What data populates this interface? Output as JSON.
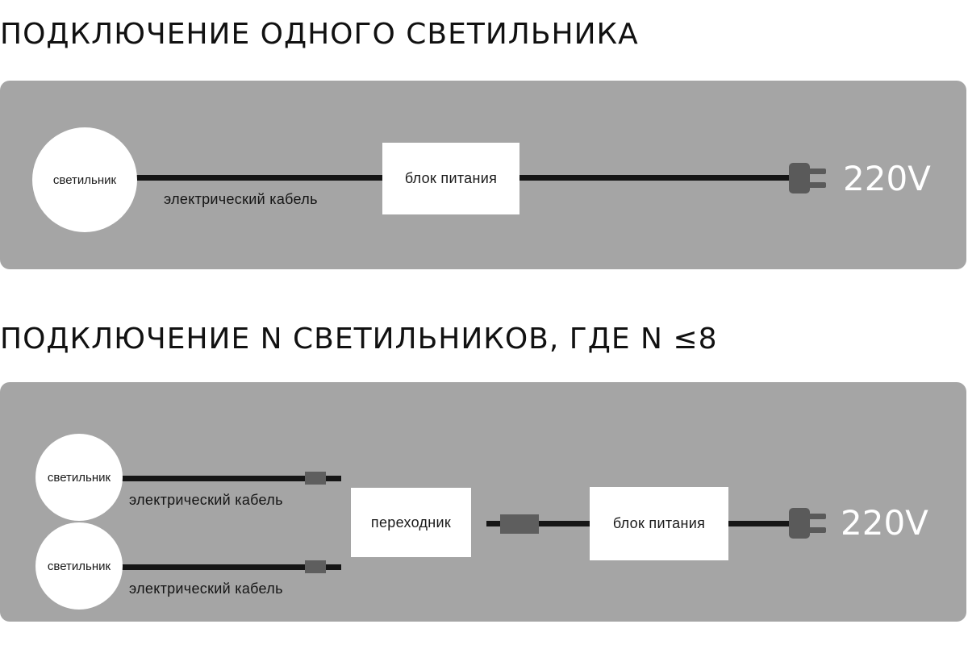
{
  "diagram1": {
    "title": "ПОДКЛЮЧЕНИЕ ОДНОГО СВЕТИЛЬНИКА",
    "lamp_label": "светильник",
    "cable_label": "электрический кабель",
    "power_supply_label": "блок питания",
    "voltage": "220V"
  },
  "diagram2": {
    "title": "ПОДКЛЮЧЕНИЕ N СВЕТИЛЬНИКОВ, ГДЕ N ≤8",
    "lamps": [
      {
        "label": "светильник",
        "cable_label": "электрический кабель"
      },
      {
        "label": "светильник",
        "cable_label": "электрический кабель"
      }
    ],
    "adapter_label": "переходник",
    "power_supply_label": "блок питания",
    "voltage": "220V"
  },
  "colors": {
    "panel": "#a5a5a5",
    "cable": "#151515",
    "plug": "#5a5a5a",
    "box": "#ffffff"
  }
}
